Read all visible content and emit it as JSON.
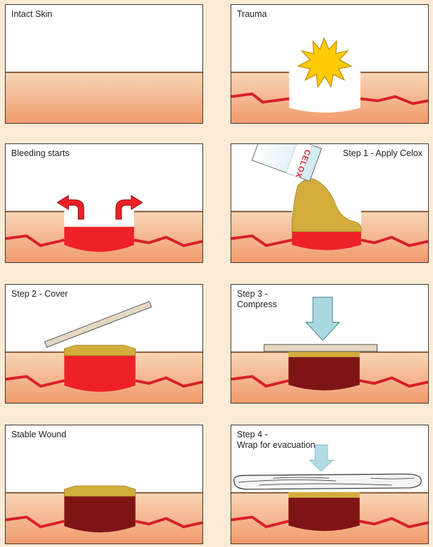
{
  "panels": [
    {
      "id": "intact-skin",
      "title": "Intact Skin"
    },
    {
      "id": "trauma",
      "title": "Trauma"
    },
    {
      "id": "bleeding-starts",
      "title": "Bleeding starts"
    },
    {
      "id": "apply-celox",
      "title": "Step 1 - Apply Celox",
      "product_label": "CELOX"
    },
    {
      "id": "cover",
      "title": "Step 2 - Cover"
    },
    {
      "id": "compress",
      "title_line1": "Step 3 -",
      "title_line2": "Compress"
    },
    {
      "id": "stable-wound",
      "title": "Stable Wound"
    },
    {
      "id": "wrap",
      "title_line1": "Step 4 -",
      "title_line2": "Wrap for evacuation"
    }
  ],
  "colors": {
    "skin_top": "#f6c9a3",
    "skin_bottom": "#f29a6c",
    "skin_line": "#8a5a3a",
    "vessel": "#d8202a",
    "blood": "#ee2128",
    "clot": "#7f1416",
    "celox": "#d2ad3b",
    "star": "#ffcb05",
    "arrow": "#a8d8e0",
    "gauze": "#e4d8c4"
  }
}
